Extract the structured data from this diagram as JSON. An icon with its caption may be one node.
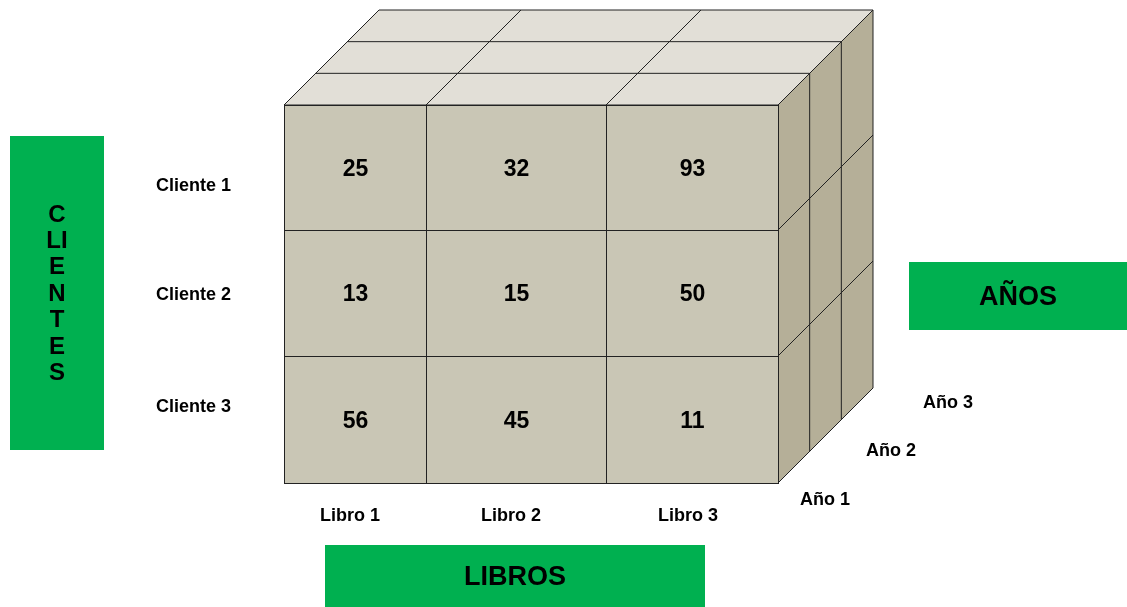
{
  "diagram": {
    "nodes": [
      {
        "text": [
          "CLIENTES"
        ]
      },
      {
        "text": [
          "AÑOS"
        ]
      },
      {
        "text": [
          "LIBROS"
        ]
      },
      {
        "text": [
          "25"
        ]
      },
      {
        "text": [
          "32"
        ]
      },
      {
        "text": [
          "93"
        ]
      },
      {
        "text": [
          "13"
        ]
      },
      {
        "text": [
          "15"
        ]
      },
      {
        "text": [
          "50"
        ]
      },
      {
        "text": [
          "56"
        ]
      },
      {
        "text": [
          "45"
        ]
      },
      {
        "text": [
          "11"
        ]
      }
    ],
    "labels": [
      "Cliente 1",
      "Cliente 2",
      "Cliente 3",
      "Libro 1",
      "Libro 2",
      "Libro 3",
      "Año 3",
      "Año 2",
      "Año 1"
    ]
  }
}
